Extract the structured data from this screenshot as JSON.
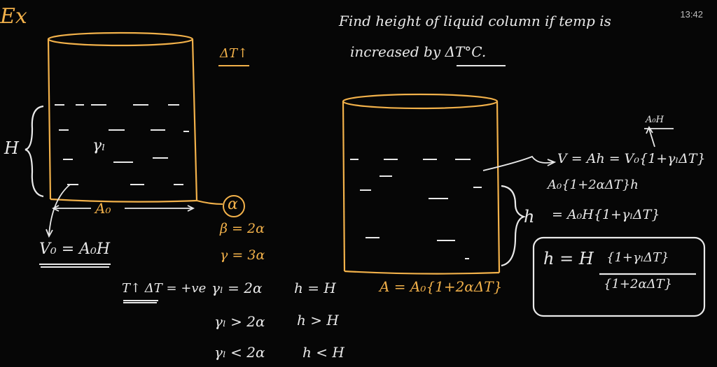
{
  "board": {
    "corner_label": "Ex",
    "clock": "13:42",
    "problem": {
      "line1": "Find height of liquid column if temp is",
      "line2": "increased by ΔT°C."
    },
    "left": {
      "dT_label": "ΔT↑",
      "height_label": "H",
      "gamma_label": "γₗ",
      "area_label": "A₀",
      "volume_label": "V₀ = A₀H",
      "alpha_label": "α",
      "beta_eq": "β = 2α",
      "gamma_eq": "γ = 3α"
    },
    "cases": {
      "intro": "T↑ ΔT = +ve",
      "rows": [
        {
          "cond": "γₗ = 2α",
          "result": "h = H"
        },
        {
          "cond": "γₗ > 2α",
          "result": "h > H"
        },
        {
          "cond": "γₗ < 2α",
          "result": "h < H"
        }
      ]
    },
    "right": {
      "area_label": "A = A₀{1+2αΔT}",
      "h_label": "h",
      "annot": "A₀H",
      "eq1": "V = Ah = V₀{1+γₗΔT}",
      "eq2": "A₀{1+2αΔT}h",
      "eq3": "= A₀H{1+γₗΔT}",
      "result_lhs": "h = H",
      "result_num": "{1+γₗΔT}",
      "result_den": "{1+2αΔT}"
    },
    "colors": {
      "chalk": "#e9e9e9",
      "orange": "#f2b14a",
      "board": "#060606"
    }
  }
}
